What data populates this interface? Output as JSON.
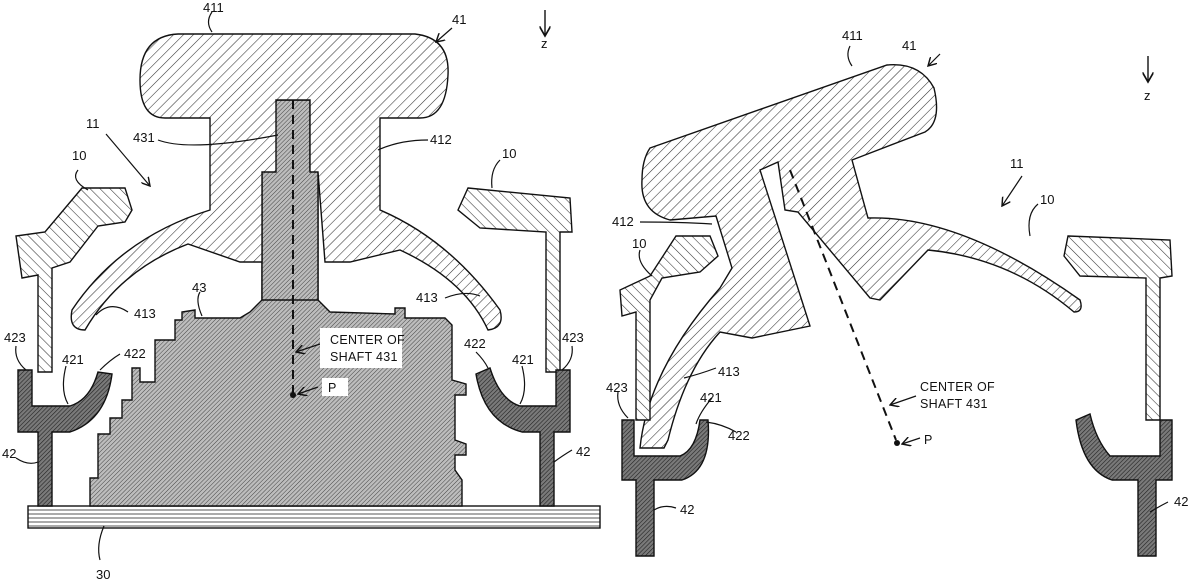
{
  "figures": [
    {
      "name": "upright",
      "labels": {
        "l411": "411",
        "l41": "41",
        "l11": "11",
        "l431": "431",
        "l412": "412",
        "l10a": "10",
        "l10b": "10",
        "l413a": "413",
        "l413b": "413",
        "l43": "43",
        "l423a": "423",
        "l423b": "423",
        "l421a": "421",
        "l421b": "421",
        "l422a": "422",
        "l422b": "422",
        "l42a": "42",
        "l42b": "42",
        "l30": "30",
        "center_line1": "CENTER OF",
        "center_line2": "SHAFT 431",
        "p": "P",
        "axis": "z"
      }
    },
    {
      "name": "tilted",
      "labels": {
        "l411": "411",
        "l41": "41",
        "l11": "11",
        "l412": "412",
        "l10a": "10",
        "l10b": "10",
        "l413": "413",
        "l423": "423",
        "l421": "421",
        "l422": "422",
        "l42a": "42",
        "l42b": "42",
        "center_line1": "CENTER OF",
        "center_line2": "SHAFT 431",
        "p": "P",
        "axis": "z"
      }
    }
  ],
  "colors": {
    "line": "#111111",
    "dark_fill": "#6a6a6a",
    "hatch": "#333333"
  }
}
